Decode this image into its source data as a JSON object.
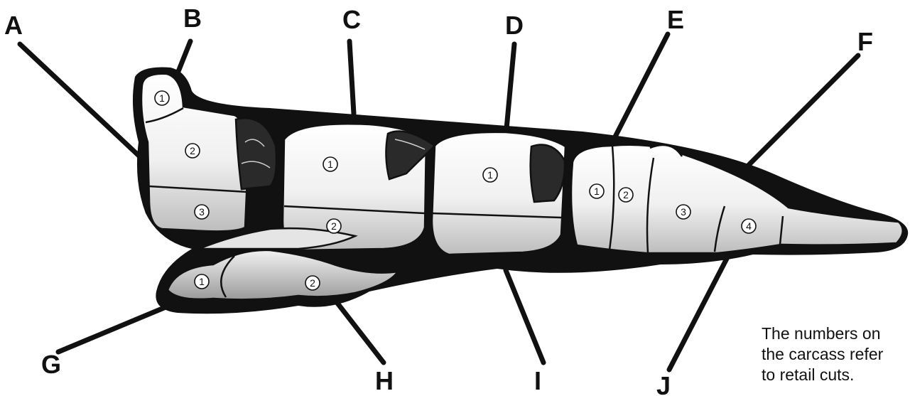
{
  "labels": {
    "A": "A",
    "B": "B",
    "C": "C",
    "D": "D",
    "E": "E",
    "F": "F",
    "G": "G",
    "H": "H",
    "I": "I",
    "J": "J"
  },
  "cut_numbers": {
    "b1": "1",
    "b2": "2",
    "b3": "3",
    "c1": "1",
    "c2": "2",
    "d1": "1",
    "e1": "1",
    "e2": "2",
    "e3": "3",
    "e4": "4",
    "g1": "1",
    "g2": "2"
  },
  "note": {
    "line1": "The numbers on",
    "line2": "the carcass refer",
    "line3": "to retail cuts."
  },
  "colors": {
    "ink": "#111111",
    "paper": "#ffffff",
    "shade": "#d9d9d9"
  }
}
